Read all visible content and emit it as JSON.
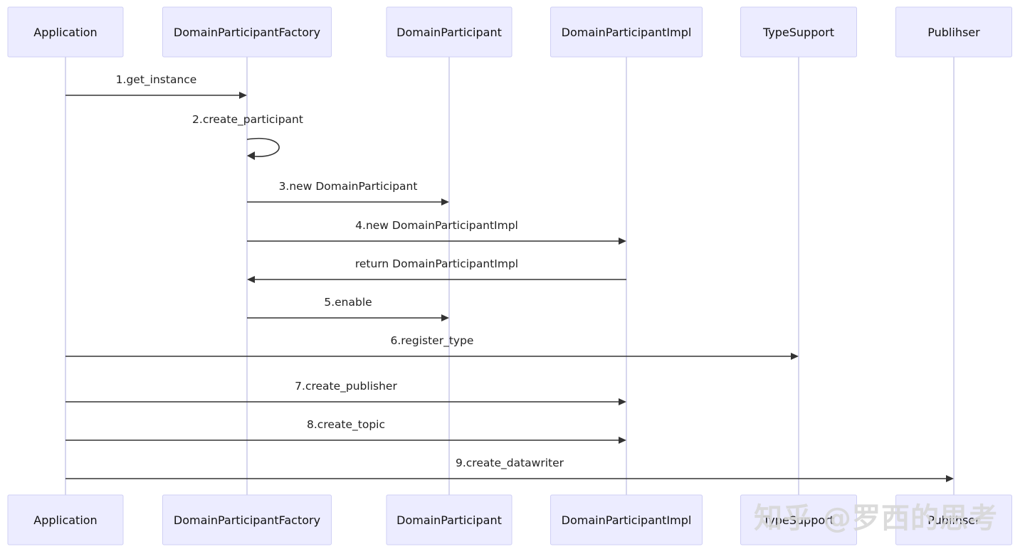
{
  "diagram": {
    "type": "sequence",
    "participants": [
      {
        "name": "Application"
      },
      {
        "name": "DomainParticipantFactory"
      },
      {
        "name": "DomainParticipant"
      },
      {
        "name": "DomainParticipantImpl"
      },
      {
        "name": "TypeSupport"
      },
      {
        "name": "Publihser"
      }
    ],
    "messages": [
      {
        "from": 0,
        "to": 1,
        "label": "1.get_instance"
      },
      {
        "from": 1,
        "to": 1,
        "label": "2.create_participant"
      },
      {
        "from": 1,
        "to": 2,
        "label": "3.new DomainParticipant"
      },
      {
        "from": 1,
        "to": 3,
        "label": "4.new DomainParticipantImpl"
      },
      {
        "from": 3,
        "to": 1,
        "label": "return DomainParticipantImpl"
      },
      {
        "from": 1,
        "to": 2,
        "label": "5.enable"
      },
      {
        "from": 0,
        "to": 4,
        "label": "6.register_type"
      },
      {
        "from": 0,
        "to": 3,
        "label": "7.create_publisher"
      },
      {
        "from": 0,
        "to": 3,
        "label": "8.create_topic"
      },
      {
        "from": 0,
        "to": 5,
        "label": "9.create_datawriter"
      }
    ]
  },
  "watermark": "知乎 @罗西的思考",
  "colors": {
    "actor_fill": "#ececff",
    "actor_border": "#cfcff5",
    "lifeline": "#d6d6ee",
    "message": "#333333"
  }
}
